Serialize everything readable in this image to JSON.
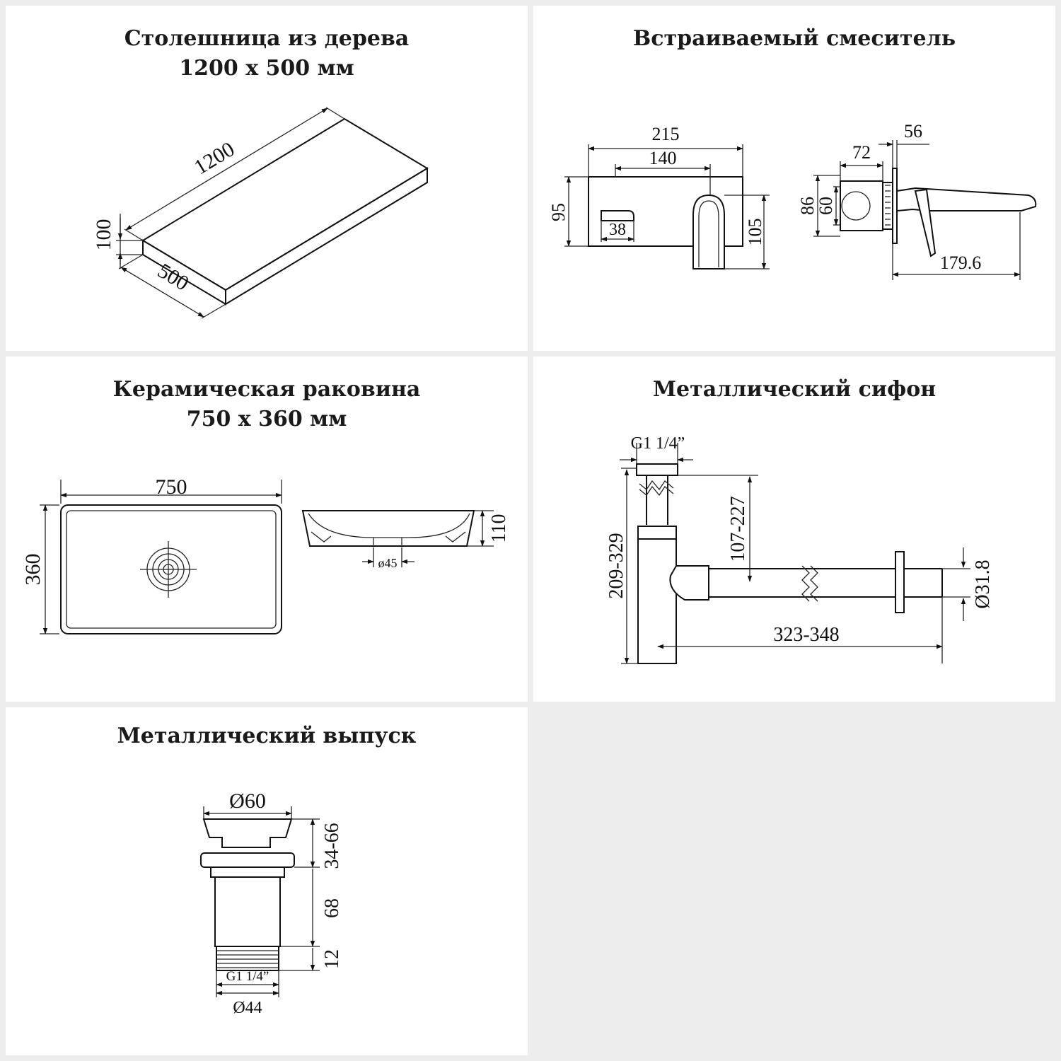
{
  "panels": {
    "countertop": {
      "title_line1": "Столешница из дерева",
      "title_line2": "1200 х 500 мм",
      "dims": {
        "length": "1200",
        "width": "500",
        "height": "100"
      }
    },
    "mixer": {
      "title": "Встраиваемый смеситель",
      "dims": {
        "d215": "215",
        "d140": "140",
        "d95": "95",
        "d38": "38",
        "d105": "105",
        "d56": "56",
        "d72": "72",
        "d86": "86",
        "d60": "60",
        "d179": "179.6"
      }
    },
    "basin": {
      "title_line1": "Керамическая раковина",
      "title_line2": "750 х 360 мм",
      "dims": {
        "width": "750",
        "depth": "360",
        "height": "110",
        "drain": "ø45"
      }
    },
    "siphon": {
      "title": "Металлический сифон",
      "dims": {
        "thread": "G1 1/4”",
        "height": "209-329",
        "inlet": "107-227",
        "length": "323-348",
        "pipe": "Ø31.8"
      }
    },
    "waste": {
      "title": "Металлический выпуск",
      "dims": {
        "top": "Ø60",
        "h1": "34-66",
        "h2": "68",
        "h3": "12",
        "thread": "G1 1/4”",
        "bottom": "Ø44"
      }
    }
  },
  "colors": {
    "background": "#ededed",
    "panel": "#ffffff",
    "line": "#111111"
  }
}
